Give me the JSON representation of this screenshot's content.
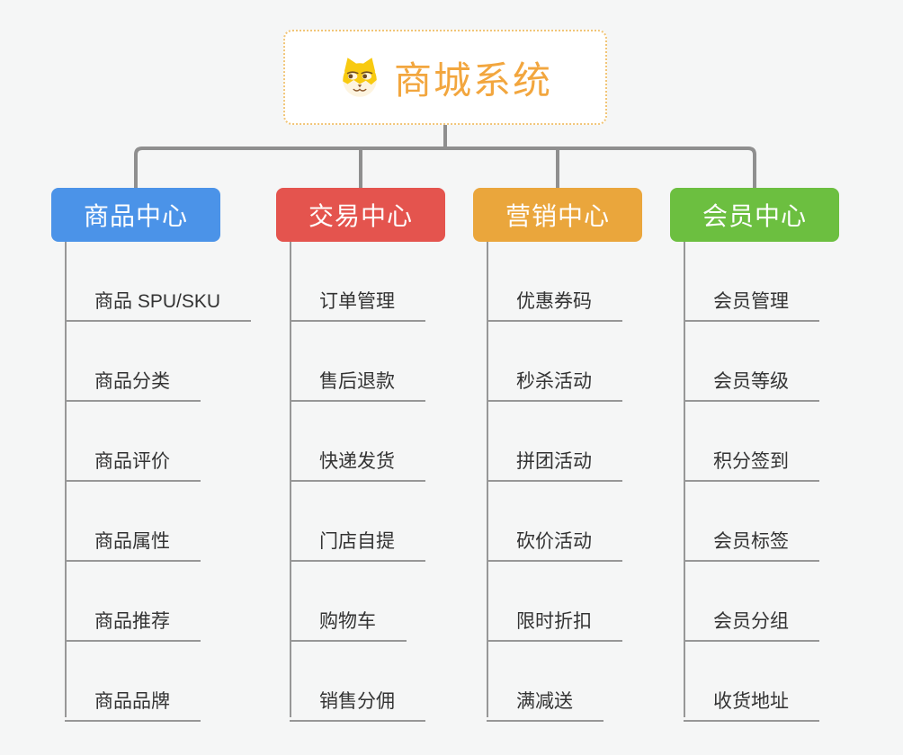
{
  "canvas": {
    "background_color": "#f5f6f6"
  },
  "connectors": {
    "color": "#8f8f8f",
    "leaf_line_color": "#979797"
  },
  "root": {
    "label": "商城系统",
    "text_color": "#f2a63e",
    "border_color": "#f1c577",
    "background_color": "#ffffff",
    "icon": "dog-face-icon"
  },
  "leaf_text_color": "#333333",
  "branches": [
    {
      "label": "商品中心",
      "color": "#4b93e8",
      "items": [
        "商品 SPU/SKU",
        "商品分类",
        "商品评价",
        "商品属性",
        "商品推荐",
        "商品品牌"
      ]
    },
    {
      "label": "交易中心",
      "color": "#e4544e",
      "items": [
        "订单管理",
        "售后退款",
        "快递发货",
        "门店自提",
        "购物车",
        "销售分佣"
      ]
    },
    {
      "label": "营销中心",
      "color": "#eaa63c",
      "items": [
        "优惠券码",
        "秒杀活动",
        "拼团活动",
        "砍价活动",
        "限时折扣",
        "满减送"
      ]
    },
    {
      "label": "会员中心",
      "color": "#6cbf40",
      "items": [
        "会员管理",
        "会员等级",
        "积分签到",
        "会员标签",
        "会员分组",
        "收货地址"
      ]
    }
  ]
}
